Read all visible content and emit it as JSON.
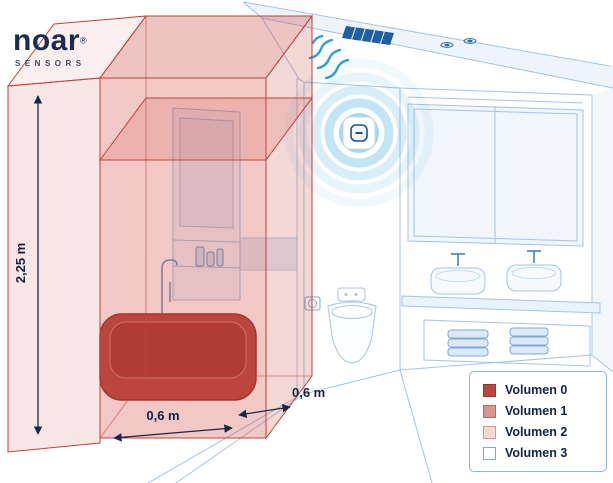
{
  "logo": {
    "brand": "noar",
    "registered": "®",
    "tagline": "SENSORS"
  },
  "dimensions": {
    "height_label": "2,25 m",
    "depth_label": "0,6 m",
    "width_label": "0,6 m"
  },
  "legend": {
    "items": [
      {
        "label": "Volumen 0",
        "fill": "#b9473f",
        "border": "#9a342d"
      },
      {
        "label": "Volumen 1",
        "fill": "#dc958e",
        "border": "#c2655e"
      },
      {
        "label": "Volumen 2",
        "fill": "#f4d8d4",
        "border": "#d9948d"
      },
      {
        "label": "Volumen 3",
        "fill": "#ffffff",
        "border": "#7fa9d4"
      }
    ]
  },
  "colors": {
    "brand_navy": "#1c2b4e",
    "line_art_blue": "#a5c4e4",
    "accent_blue": "#2f9fd6",
    "signal_blue": "#35a8e0",
    "vent_blue": "#1d5fa0",
    "volume_stroke_red": "#c2413a",
    "volume0_red": "#a23830",
    "dimension_text": "#13203f"
  }
}
